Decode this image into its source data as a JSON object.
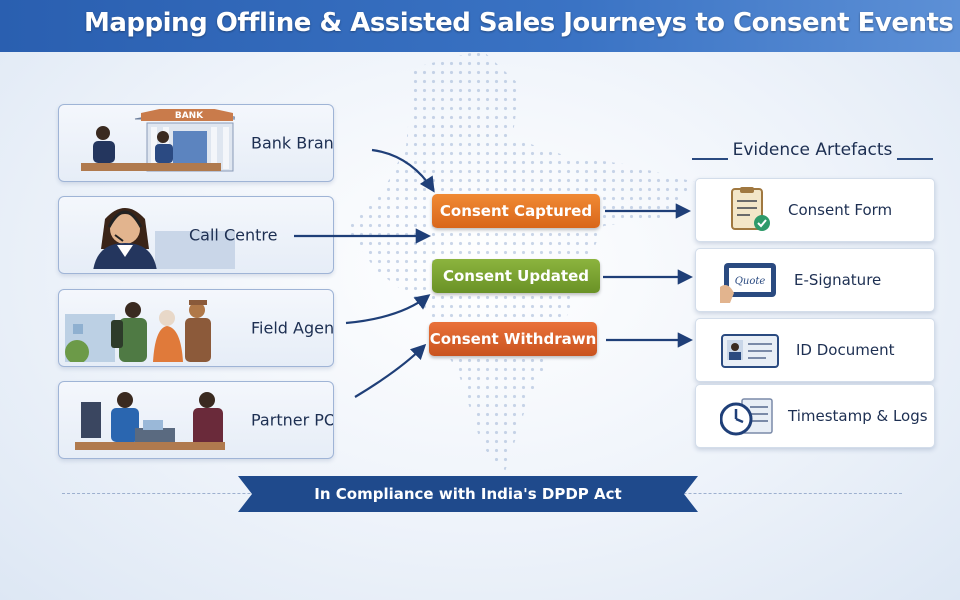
{
  "title": "Mapping Offline & Assisted Sales Journeys to Consent Events",
  "sources": [
    {
      "label": "Bank Branch",
      "sign": "BANK"
    },
    {
      "label": "Call Centre"
    },
    {
      "label": "Field Agent"
    },
    {
      "label": "Partner POS"
    }
  ],
  "events": [
    {
      "label": "Consent Captured",
      "color": "#e87a28"
    },
    {
      "label": "Consent Updated",
      "color": "#7aa432"
    },
    {
      "label": "Consent Withdrawn",
      "color": "#d9602a"
    }
  ],
  "artefacts": {
    "title": "Evidence Artefacts",
    "items": [
      {
        "label": "Consent Form",
        "icon": "clipboard-check-icon"
      },
      {
        "label": "E-Signature",
        "icon": "tablet-signature-icon",
        "signature": "Quote"
      },
      {
        "label": "ID Document",
        "icon": "id-card-icon"
      },
      {
        "label": "Timestamp & Logs",
        "icon": "clock-log-icon"
      }
    ]
  },
  "compliance": "In Compliance with India's DPDP Act",
  "colors": {
    "header": "#2a5fb0",
    "arrow": "#1f3f78",
    "ribbon": "#1f4a8c"
  }
}
